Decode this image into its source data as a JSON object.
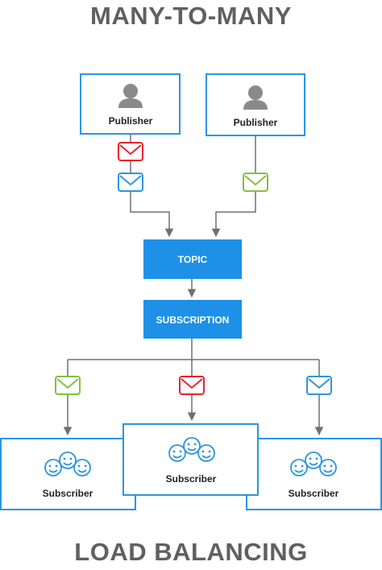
{
  "title_top": "MANY-TO-MANY",
  "title_bottom": "LOAD BALANCING",
  "publishers": [
    {
      "label": "Publisher"
    },
    {
      "label": "Publisher"
    }
  ],
  "topic": {
    "label": "TOPIC"
  },
  "subscription": {
    "label": "SUBSCRIPTION"
  },
  "subscribers": [
    {
      "label": "Subscriber"
    },
    {
      "label": "Subscriber"
    },
    {
      "label": "Subscriber"
    }
  ],
  "colors": {
    "box_blue": "#1e90e8",
    "border_blue": "#2b95e0",
    "msg_red": "#e8242c",
    "msg_green": "#7ec242",
    "msg_blue": "#2b95e0",
    "line_gray": "#707070",
    "title_gray": "#606060",
    "person_gray": "#8a8a8a"
  }
}
